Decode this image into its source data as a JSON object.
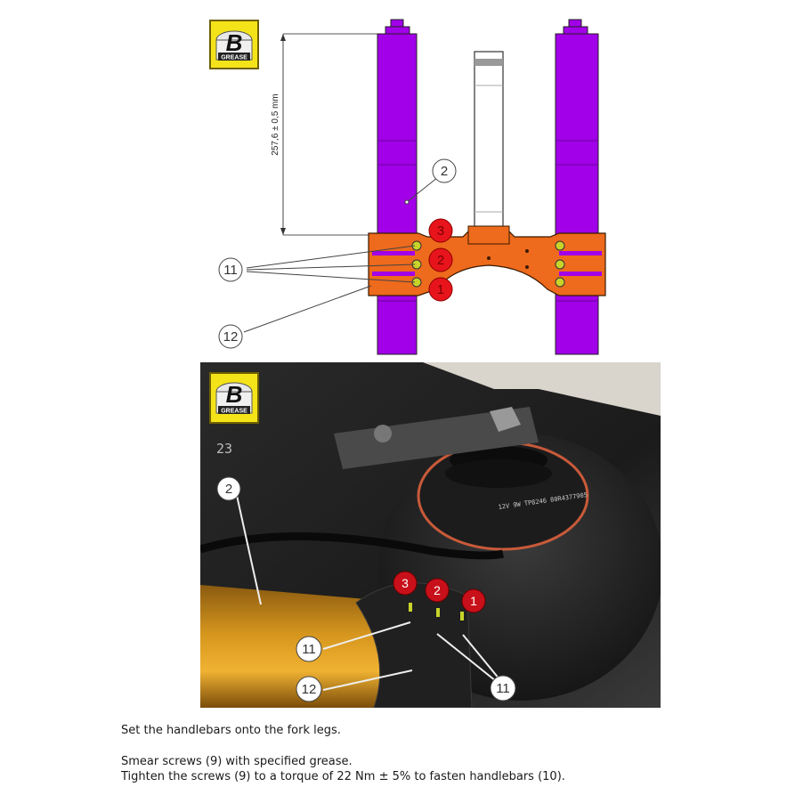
{
  "diagram": {
    "grease_badge": {
      "letter": "B",
      "label": "GREASE"
    },
    "dimension_label": "257,6 ± 0,5 mm",
    "callouts": [
      {
        "id": "2",
        "style": "outline"
      },
      {
        "id": "11",
        "style": "outline"
      },
      {
        "id": "12",
        "style": "outline"
      },
      {
        "id": "3",
        "style": "red"
      },
      {
        "id": "2",
        "style": "red"
      },
      {
        "id": "1",
        "style": "red"
      }
    ],
    "colors": {
      "fork": "#a100e8",
      "clamp": "#ee6a1c",
      "sequence": "#e8141c",
      "bolt": "#c8d42a"
    }
  },
  "photo": {
    "grease_badge": {
      "letter": "B",
      "label": "GREASE"
    },
    "stamp_text": "23",
    "tire_text": "12V 9W TP8246 80R4377905",
    "callouts": [
      {
        "id": "2",
        "style": "outline"
      },
      {
        "id": "11",
        "style": "outline"
      },
      {
        "id": "12",
        "style": "outline"
      },
      {
        "id": "11",
        "style": "outline"
      },
      {
        "id": "3",
        "style": "red"
      },
      {
        "id": "2",
        "style": "red"
      },
      {
        "id": "1",
        "style": "red"
      }
    ]
  },
  "instructions": {
    "line1": "Set the handlebars onto the fork legs.",
    "line2": "Smear screws (9) with specified grease.",
    "line3": "Tighten the screws (9) to a torque of 22 Nm ± 5% to fasten handlebars (10)."
  }
}
